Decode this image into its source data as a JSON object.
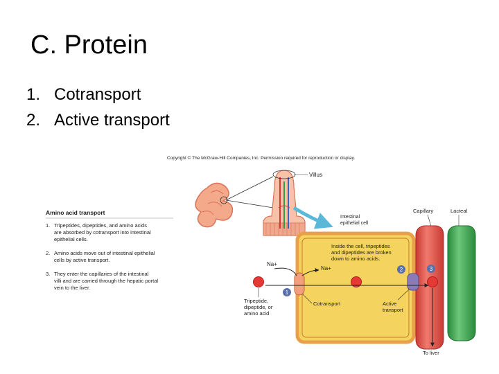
{
  "slide": {
    "title": "C. Protein",
    "bullets": [
      {
        "num": "1.",
        "text": "Cotransport"
      },
      {
        "num": "2.",
        "text": "Active transport"
      }
    ]
  },
  "figure": {
    "copyright": "Copyright © The McGraw-Hill Companies, Inc. Permission required for reproduction or display.",
    "villus_label": "Villus",
    "epithelial_label": [
      "Intestinal",
      "epithelial cell"
    ],
    "capillary_label": "Capillary",
    "lacteal_label": "Lacteal",
    "panel_title": "Amino acid transport",
    "steps": [
      {
        "num": "1.",
        "lines": [
          "Tripeptides, dipeptides, and amino acids",
          "are absorbed by cotransport into intestinal",
          "epithelial cells."
        ]
      },
      {
        "num": "2.",
        "lines": [
          "Amino acids move out of intestinal epithelial",
          "cells by active transport."
        ]
      },
      {
        "num": "3.",
        "lines": [
          "They enter the capillaries of the intestinal",
          "villi and are carried through the hepatic portal",
          "vein to the liver."
        ]
      }
    ],
    "inside_cell_text": [
      "Inside the cell, tripeptides",
      "and dipeptides are broken",
      "down to amino acids."
    ],
    "na_outside": "Na+",
    "na_inside": "Na+",
    "tripeptide_label": [
      "Tripeptide,",
      "dipeptide, or",
      "amino acid"
    ],
    "cotransport_label": "Cotransport",
    "active_transport_label": [
      "Active",
      "transport"
    ],
    "to_liver_label": "To liver",
    "step_markers": [
      "1",
      "2",
      "3"
    ],
    "colors": {
      "cell_fill": "#f4d35e",
      "cell_border": "#e8a04a",
      "capillary": "#e8534a",
      "lacteal": "#3aa64f",
      "molecule": "#e53935",
      "marker": "#5b6fa8",
      "arrow": "#5bb8d8"
    }
  }
}
